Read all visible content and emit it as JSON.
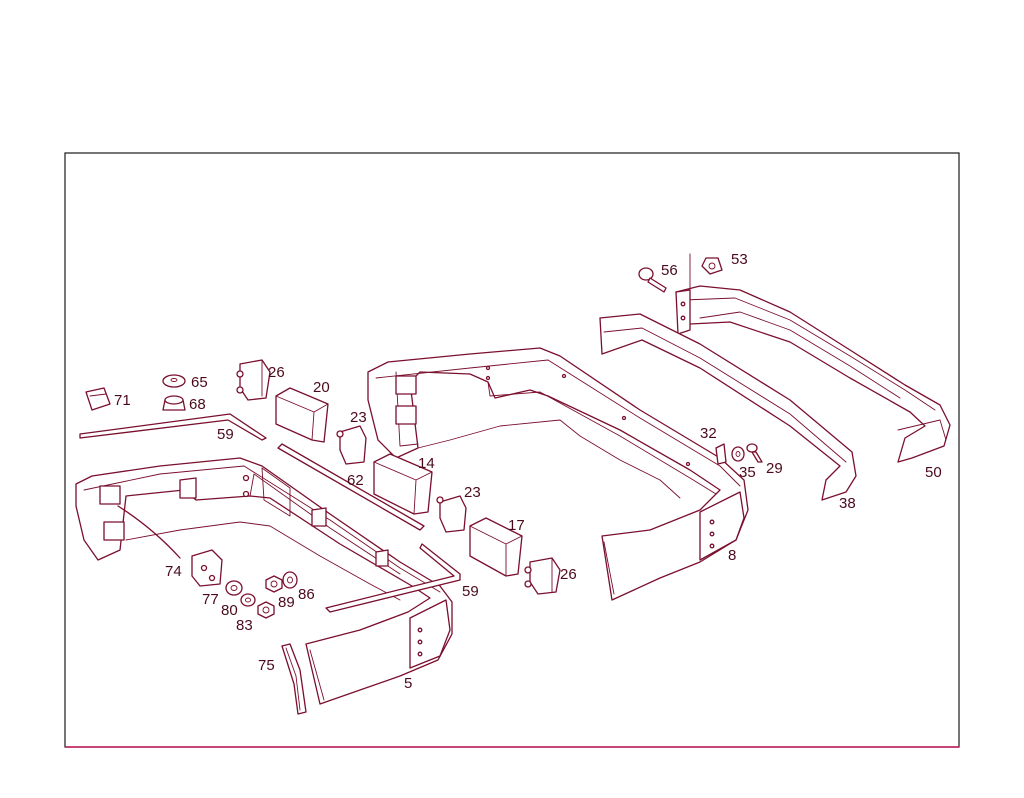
{
  "diagram": {
    "labels": {
      "p5": "5",
      "p8": "8",
      "p14": "14",
      "p17": "17",
      "p20": "20",
      "p23a": "23",
      "p23b": "23",
      "p26a": "26",
      "p26b": "26",
      "p29": "29",
      "p32": "32",
      "p35": "35",
      "p38": "38",
      "p50": "50",
      "p53": "53",
      "p56": "56",
      "p59a": "59",
      "p59b": "59",
      "p62": "62",
      "p65": "65",
      "p68": "68",
      "p71": "71",
      "p74": "74",
      "p75": "75",
      "p77": "77",
      "p80": "80",
      "p83": "83",
      "p86": "86",
      "p89": "89"
    },
    "colors": {
      "line": "#7a0f2e",
      "frame_bottom": "#c2185b",
      "label": "#4a0a1c"
    }
  }
}
